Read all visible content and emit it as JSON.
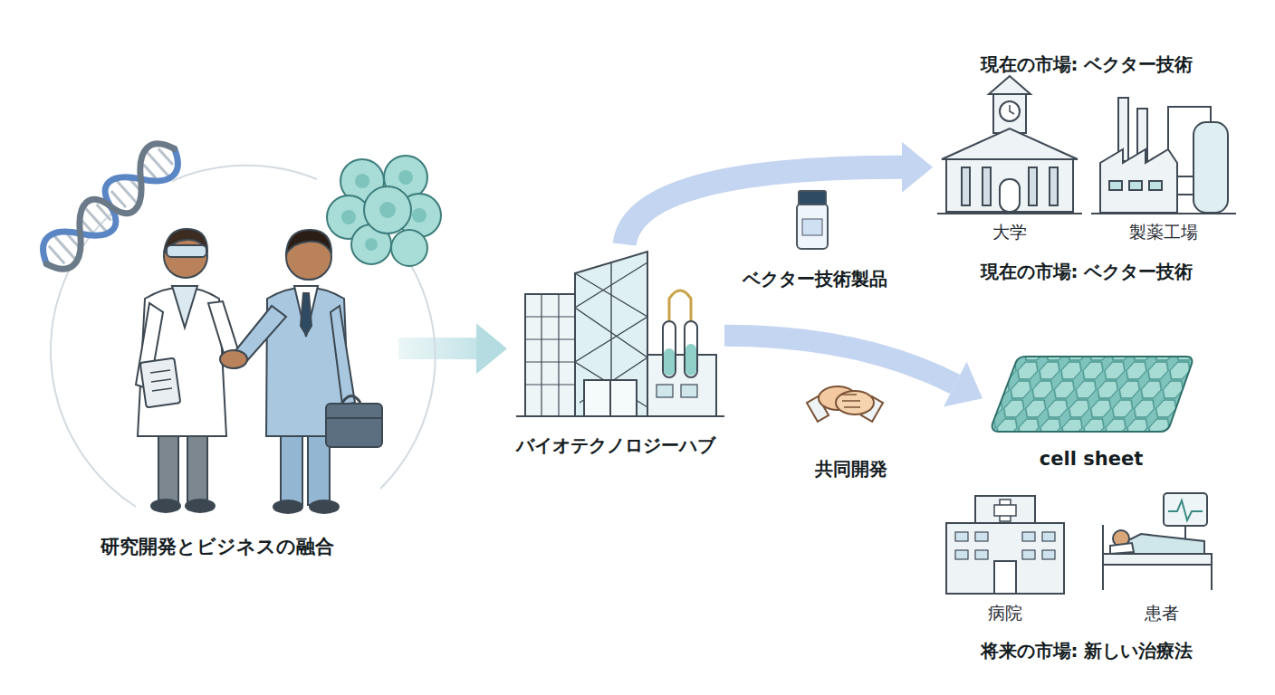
{
  "diagram": {
    "nodes": [
      {
        "text": [
          "研究開発とビジネスの融合"
        ]
      },
      {
        "text": [
          "バイオテクノロジーハブ"
        ]
      },
      {
        "text": [
          "現在の市場: ベクター技術",
          "現在の市場: ベクター技術"
        ]
      },
      {
        "text": [
          "大学"
        ],
        "in": 2
      },
      {
        "text": [
          "製薬工場"
        ],
        "in": 2
      },
      {
        "text": [
          "cell sheet"
        ]
      },
      {
        "text": [
          "将来の市場: 新しい治療法"
        ]
      },
      {
        "text": [
          "病院"
        ],
        "in": 6
      },
      {
        "text": [
          "患者"
        ],
        "in": 6
      }
    ],
    "edges": [
      {
        "from": 0,
        "to": 1,
        "arrow": "to"
      },
      {
        "from": 1,
        "to": 2,
        "label": "ベクター技術製品",
        "arrow": "to"
      },
      {
        "from": 1,
        "to": 5,
        "label": "共同開発",
        "arrow": "to"
      }
    ]
  }
}
